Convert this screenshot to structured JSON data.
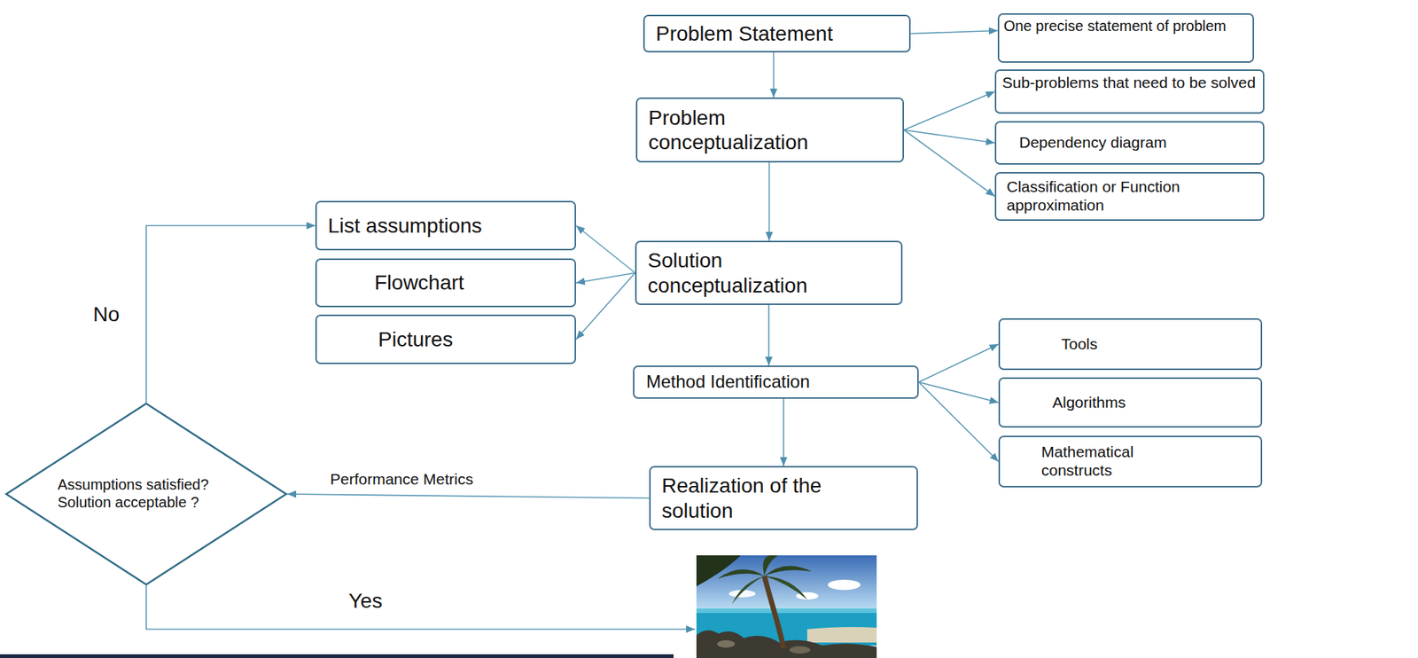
{
  "diagram": {
    "nodes": [
      {
        "text": [
          "Problem Statement"
        ]
      },
      {
        "text": [
          "One precise statement of problem"
        ]
      },
      {
        "text": [
          "Problem conceptualization"
        ]
      },
      {
        "text": [
          "Sub-problems that need to be solved"
        ]
      },
      {
        "text": [
          "Dependency diagram"
        ]
      },
      {
        "text": [
          "Classification or Function approximation"
        ]
      },
      {
        "text": [
          "List assumptions"
        ]
      },
      {
        "text": [
          "Solution conceptualization"
        ]
      },
      {
        "text": [
          "Flowchart"
        ]
      },
      {
        "text": [
          "Pictures"
        ]
      },
      {
        "text": [
          "Tools"
        ]
      },
      {
        "text": [
          "Method Identification"
        ]
      },
      {
        "text": [
          "Algorithms"
        ]
      },
      {
        "text": [
          "Mathematical constructs"
        ]
      },
      {
        "text": [
          "Realization of the solution"
        ]
      },
      {
        "text": [
          "Assumptions satisfied? Solution acceptable ?"
        ]
      }
    ],
    "edges": [
      {
        "from": 0,
        "to": 1,
        "arrow": "to"
      },
      {
        "from": 0,
        "to": 2,
        "arrow": "to"
      },
      {
        "from": 2,
        "to": 3,
        "arrow": "to"
      },
      {
        "from": 2,
        "to": 4,
        "arrow": "to"
      },
      {
        "from": 2,
        "to": 5,
        "arrow": "to"
      },
      {
        "from": 2,
        "to": 7,
        "arrow": "to"
      },
      {
        "from": 7,
        "to": 6,
        "arrow": "to"
      },
      {
        "from": 7,
        "to": 8,
        "arrow": "to"
      },
      {
        "from": 7,
        "to": 9,
        "arrow": "to"
      },
      {
        "from": 7,
        "to": 11,
        "arrow": "to"
      },
      {
        "from": 11,
        "to": 10,
        "arrow": "to"
      },
      {
        "from": 11,
        "to": 12,
        "arrow": "to"
      },
      {
        "from": 11,
        "to": 13,
        "arrow": "to"
      },
      {
        "from": 11,
        "to": 14,
        "arrow": "to"
      },
      {
        "from": 14,
        "to": 15,
        "label": "Performance Metrics",
        "arrow": "to"
      },
      {
        "from": 15,
        "to": 6,
        "label": "No",
        "arrow": "to"
      }
    ],
    "labels": [
      "Yes"
    ]
  }
}
